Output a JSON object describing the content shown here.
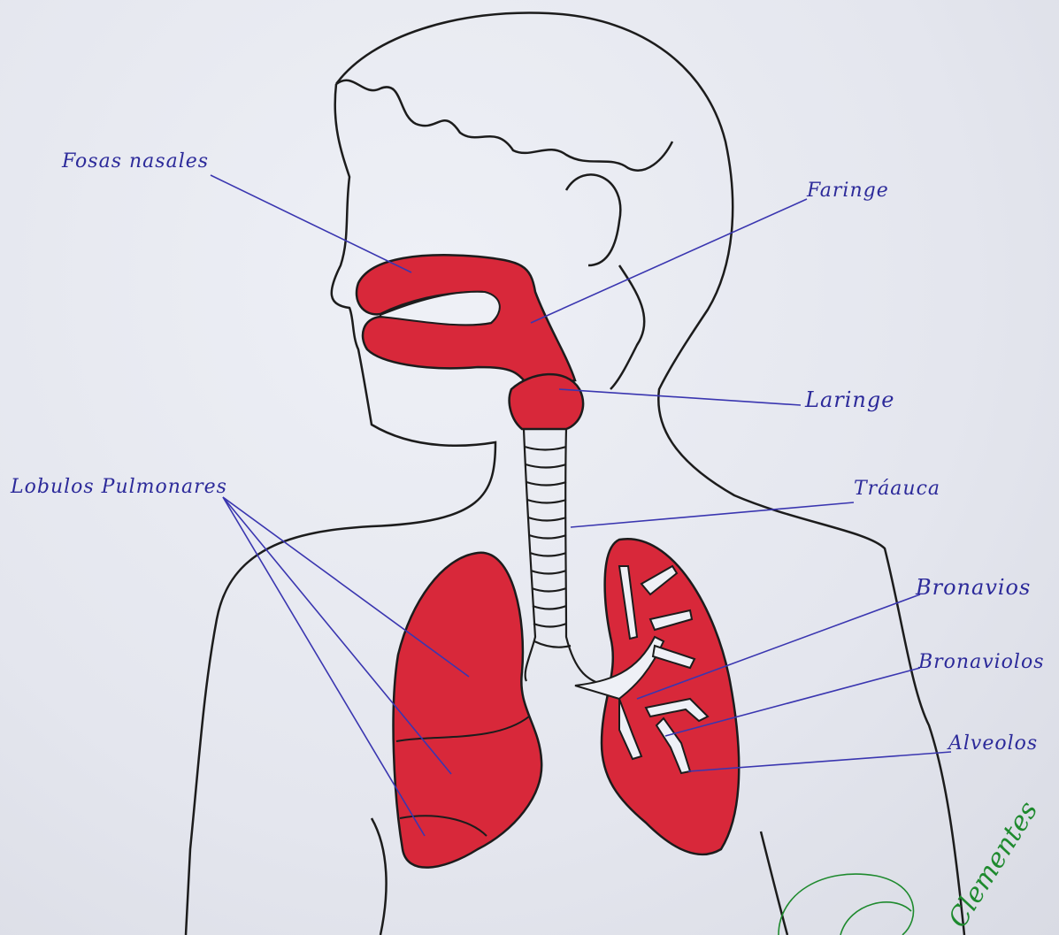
{
  "labels": {
    "fosas_nasales": "Fosas nasales",
    "faringe": "Faringe",
    "laringe": "Laringe",
    "traquea": "Tráauca",
    "lobulos": "Lobulos Pulmonares",
    "bronquios": "Bronavios",
    "bronquiolos": "Bronaviolos",
    "alveolos": "Alveolos"
  },
  "signature": "Clementes",
  "colors": {
    "organ_fill": "#d8283a",
    "outline": "#1c1c1c",
    "label_ink": "#2c2a9a",
    "signature_ink": "#1e8a2e"
  }
}
